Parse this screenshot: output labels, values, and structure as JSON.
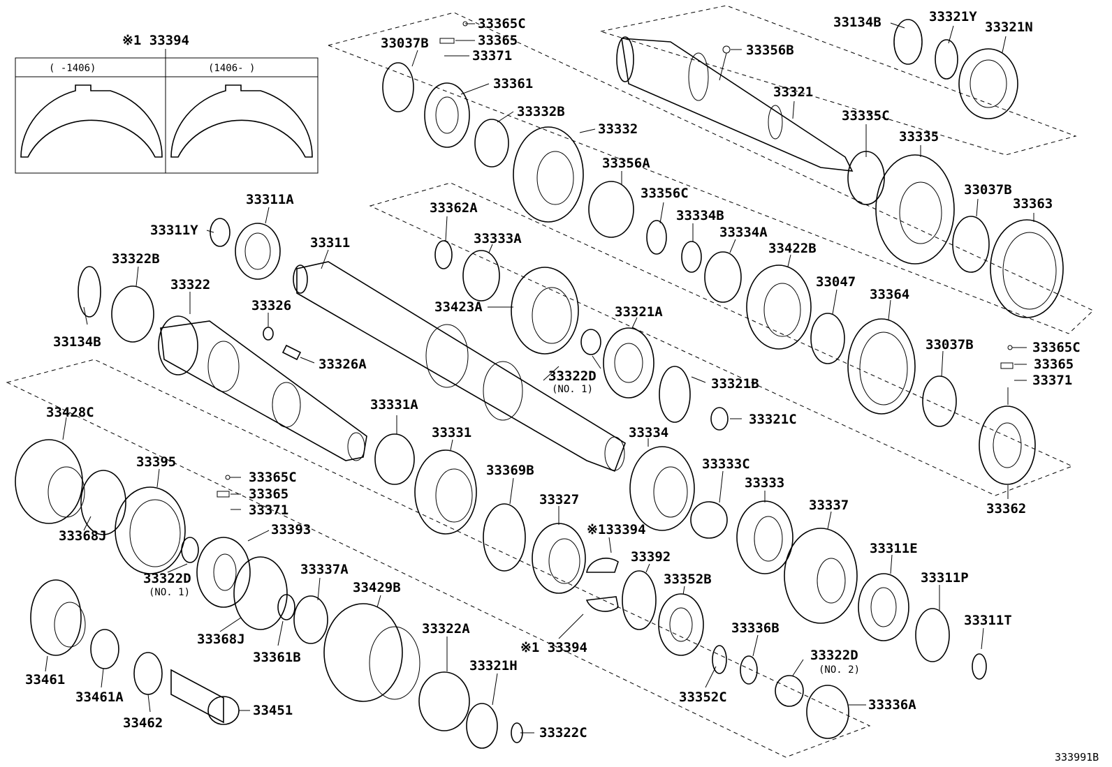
{
  "inset": {
    "part_number": "※1 33394",
    "left_range": "(    -1406)",
    "right_range": "(1406-    )"
  },
  "footer_ref": "333991B",
  "labels": {
    "l33365C_a": "33365C",
    "l33365_a": "33365",
    "l33371_a": "33371",
    "l33037B_a": "33037B",
    "l33361": "33361",
    "l33332B": "33332B",
    "l33332": "33332",
    "l33356A": "33356A",
    "l33356C": "33356C",
    "l33134B_a": "33134B",
    "l33321Y": "33321Y",
    "l33321N": "33321N",
    "l33356B": "33356B",
    "l33321": "33321",
    "l33335C": "33335C",
    "l33335": "33335",
    "l33037B_b": "33037B",
    "l33363": "33363",
    "l33362A": "33362A",
    "l33333A": "33333A",
    "l33423A": "33423A",
    "l33321A": "33321A",
    "l33334B": "33334B",
    "l33334A": "33334A",
    "l33422B": "33422B",
    "l33047": "33047",
    "l33364": "33364",
    "l33311A": "33311A",
    "l33311Y": "33311Y",
    "l33311": "33311",
    "l33322B": "33322B",
    "l33322": "33322",
    "l33134B_b": "33134B",
    "l33326": "33326",
    "l33326A": "33326A",
    "l33322D_a": "33322D",
    "sub_no1_a": "(NO. 1)",
    "l33321B": "33321B",
    "l33321C": "33321C",
    "l33037B_c": "33037B",
    "l33365C_b": "33365C",
    "l33365_b": "33365",
    "l33371_b": "33371",
    "l33362": "33362",
    "l33428C": "33428C",
    "l33395": "33395",
    "l33368J_a": "33368J",
    "l33365C_c": "33365C",
    "l33365_c": "33365",
    "l33371_c": "33371",
    "l33393": "33393",
    "l33322D_b": "33322D",
    "sub_no1_b": "(NO. 1)",
    "l33331A": "33331A",
    "l33331": "33331",
    "l33369B": "33369B",
    "l33327": "33327",
    "l33394_a": "※133394",
    "l33392": "33392",
    "l33334": "33334",
    "l33333C": "33333C",
    "l33333": "33333",
    "l33337": "33337",
    "l33311E": "33311E",
    "l33311P": "33311P",
    "l33311T": "33311T",
    "l33352B": "33352B",
    "l33336B": "33336B",
    "l33322D_c": "33322D",
    "sub_no2": "(NO. 2)",
    "l33336A": "33336A",
    "l33352C": "33352C",
    "l33394_b": "※1 33394",
    "l33337A": "33337A",
    "l33429B": "33429B",
    "l33368J_b": "33368J",
    "l33361B": "33361B",
    "l33322A": "33322A",
    "l33321H": "33321H",
    "l33322C": "33322C",
    "l33461": "33461",
    "l33461A": "33461A",
    "l33462": "33462",
    "l33451": "33451"
  }
}
